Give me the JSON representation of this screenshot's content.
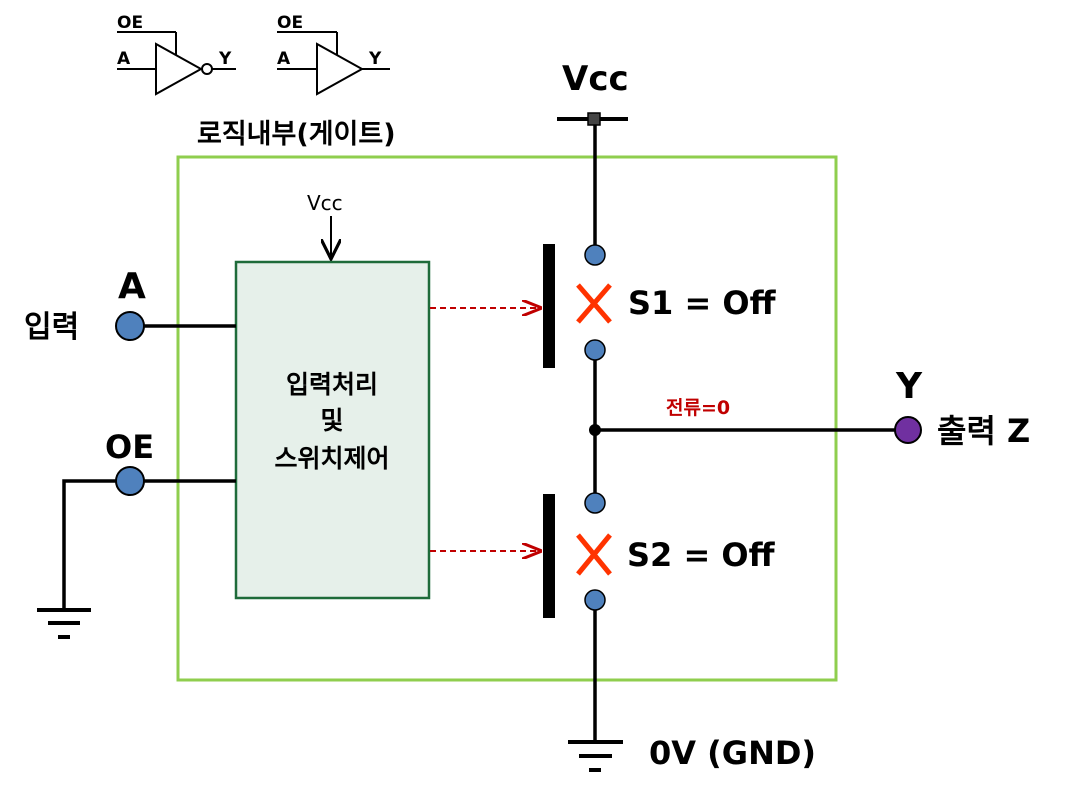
{
  "legend": {
    "inverting_buffer": {
      "oe": "OE",
      "a": "A",
      "y": "Y"
    },
    "buffer": {
      "oe": "OE",
      "a": "A",
      "y": "Y"
    }
  },
  "supply": {
    "vcc_top": "Vcc",
    "vcc_inner": "Vcc",
    "ground": "0V (GND)"
  },
  "gate_box": {
    "title": "로직내부(게이트)"
  },
  "control_block": {
    "line1": "입력처리",
    "line2": "및",
    "line3": "스위치제어"
  },
  "inputs": {
    "a_letter": "A",
    "a_label": "입력",
    "oe_label": "OE"
  },
  "switches": {
    "s1": "S1 = Off",
    "s2": "S2 = Off"
  },
  "output": {
    "current": "전류=0",
    "y_letter": "Y",
    "label": "출력 Z"
  },
  "colors": {
    "box_border": "#8fce4e",
    "block_fill": "#e6f0ea",
    "block_border": "#1e6b3a",
    "node": "#4f81bd",
    "output_node": "#7030a0",
    "x_mark": "#ff3300",
    "dashed_arrow": "#c00000",
    "current_text": "#c00000"
  }
}
